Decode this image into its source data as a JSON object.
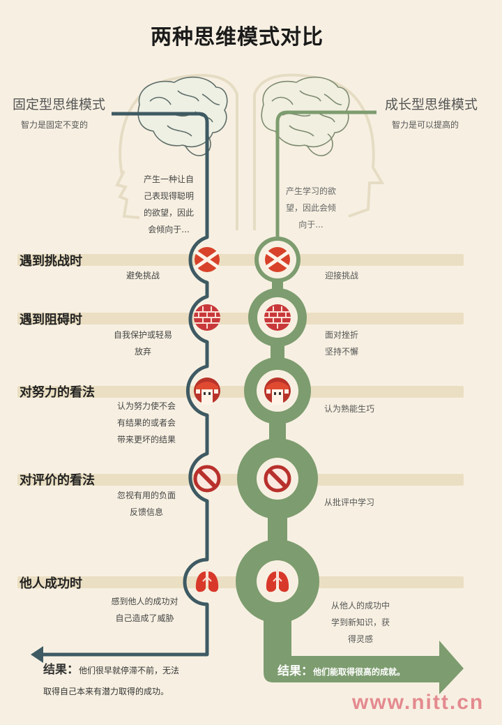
{
  "title": "两种思维模式对比",
  "fixed_mindset": {
    "title": "固定型思维模式",
    "subtitle": "智力是固定不变的",
    "intro": [
      "产生一种让自",
      "己表现得聪明",
      "的欲望，因此",
      "会倾向于..."
    ],
    "color": "#3e5a63"
  },
  "growth_mindset": {
    "title": "成长型思维模式",
    "subtitle": "智力是可以提高的",
    "intro": [
      "产生学习的欲",
      "望，因此会倾",
      "向于..."
    ],
    "color": "#7d9c6f"
  },
  "rows": [
    {
      "label": "遇到挑战时",
      "icon": "challenge-arrows-icon",
      "fixed": [
        "避免挑战"
      ],
      "growth": [
        "迎接挑战"
      ]
    },
    {
      "label": "遇到阻碍时",
      "icon": "brick-wall-icon",
      "fixed": [
        "自我保护或轻易",
        "放弃"
      ],
      "growth": [
        "面对挫折",
        "坚持不懈"
      ]
    },
    {
      "label": "对努力的看法",
      "icon": "weightlifter-icon",
      "fixed": [
        "认为努力使不会",
        "有结果的或者会",
        "带来更坏的结果"
      ],
      "growth": [
        "认为熟能生巧"
      ]
    },
    {
      "label": "对评价的看法",
      "icon": "prohibited-sign-icon",
      "fixed": [
        "忽视有用的负面",
        "反馈信息"
      ],
      "growth": [
        "从批评中学习"
      ]
    },
    {
      "label": "他人成功时",
      "icon": "lungs-icon",
      "fixed": [
        "感到他人的成功对",
        "自己造成了威胁"
      ],
      "growth": [
        "从他人的成功中",
        "学到新知识，获",
        "得灵感"
      ]
    }
  ],
  "results": {
    "fixed": {
      "label": "结果：",
      "line1": "他们很早就停滞不前，无法",
      "line2": "取得自己本来有潜力取得的成功。"
    },
    "growth": {
      "label": "结果：",
      "text": "他们能取得很高的成就。"
    }
  },
  "watermark": "www.nitt.cn",
  "colors": {
    "background": "#f7f0e2",
    "fixed_line": "#3e5a63",
    "growth_line": "#7d9c6f",
    "icon_red": "#d8422a",
    "band": "#e6d6b4",
    "watermark": "#e48a8f"
  }
}
